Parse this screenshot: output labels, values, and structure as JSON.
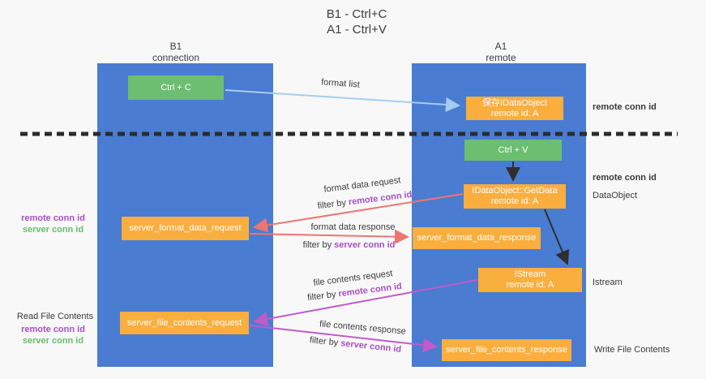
{
  "title": {
    "line1": "B1 - Ctrl+C",
    "line2": "A1 - Ctrl+V"
  },
  "lanes": {
    "left": {
      "name": "B1",
      "role": "connection"
    },
    "right": {
      "name": "A1",
      "role": "remote"
    }
  },
  "nodes": {
    "ctrl_c": {
      "label": "Ctrl + C"
    },
    "ctrl_v": {
      "label": "Ctrl + V"
    },
    "save_dataobject": {
      "line1": "保存IDataObject",
      "line2": "remote id: A"
    },
    "getdata": {
      "line1": "IDataObject::GetData",
      "line2": "remote id: A"
    },
    "istream": {
      "line1": "IStream",
      "line2": "remote id: A"
    },
    "format_request": {
      "label": "server_format_data_request"
    },
    "format_response": {
      "label": "server_format_data_response"
    },
    "file_request": {
      "label": "server_file_contents_request"
    },
    "file_response": {
      "label": "server_file_contents_response"
    }
  },
  "flows": {
    "format_list": {
      "label": "format list"
    },
    "format_data_request": {
      "label": "format data request",
      "filter_prefix": "filter by ",
      "filter_id": "remote conn id"
    },
    "format_data_response": {
      "label": "format data response",
      "filter_prefix": "filter by ",
      "filter_id": "server conn id"
    },
    "file_contents_request": {
      "label": "file contents request",
      "filter_prefix": "filter by ",
      "filter_id": "remote conn id"
    },
    "file_contents_response": {
      "label": "file contents response",
      "filter_prefix": "filter by ",
      "filter_id": "server conn id"
    }
  },
  "side_labels": {
    "left_top_remote": "remote conn id",
    "left_top_server": "server conn id",
    "read_file_contents": "Read File Contents",
    "left_bottom_remote": "remote conn id",
    "left_bottom_server": "server conn id",
    "right_remote_1": "remote conn id",
    "right_remote_2": "remote conn id",
    "dataobject": "DataObject",
    "istream": "Istream",
    "write_file_contents": "Write File Contents"
  },
  "colors": {
    "lane_blue": "#4a7cd1",
    "green_box": "#6cbe70",
    "orange_box": "#f9ae3e",
    "purple_text": "#a650c4",
    "green_text": "#67bf6b",
    "salmon_arrow": "#ee7470",
    "magenta_arrow": "#c25ac9",
    "light_blue_arrow": "#a6cdf0",
    "dark_arrow": "#2f2f2f"
  }
}
